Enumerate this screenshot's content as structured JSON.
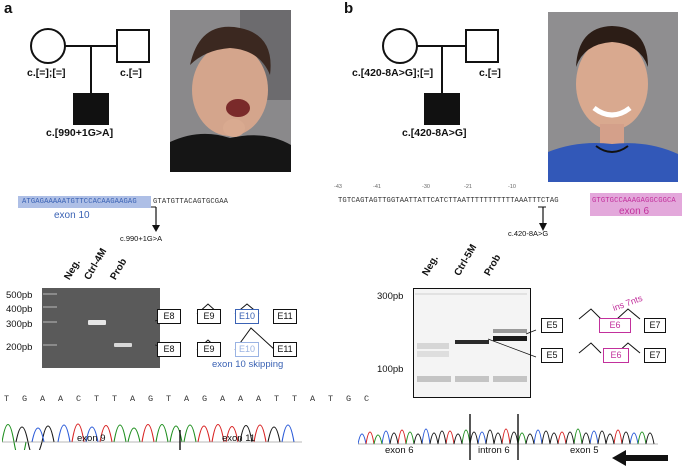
{
  "panel_a": {
    "letter": "a",
    "mother_genotype": "c.[=];[=]",
    "father_genotype": "c.[=]",
    "proband_genotype": "c.[990+1G>A]",
    "seq_exon": "ATGAGAAAAATGTTCCACAAGAAGAG",
    "seq_intron": "GTATGTTACAGTGCGAA",
    "exon_label": "exon 10",
    "mutation_label": "c.990+1G>A",
    "gel_lanes": [
      "Neg.",
      "Ctrl-4M",
      "Prob"
    ],
    "ladder": [
      "500pb",
      "400pb",
      "300pb",
      "200pb"
    ],
    "iso_top": [
      "E8",
      "E9",
      "E10",
      "E11"
    ],
    "iso_bottom": [
      "E8",
      "E9",
      "E10",
      "E11"
    ],
    "skip_label": "exon 10 skipping",
    "chrom_bases": "T G A A C T T A G T A G A A A T T A T G C",
    "chrom_left": "exon 9",
    "chrom_right": "exon 11",
    "colors": {
      "exon_highlight": "#aebfe6",
      "exon_text": "#3a62b4"
    }
  },
  "panel_b": {
    "letter": "b",
    "mother_genotype": "c.[420-8A>G];[=]",
    "father_genotype": "c.[=]",
    "proband_genotype": "c.[420-8A>G]",
    "positions": [
      "-43",
      "-41",
      "-30",
      "-21",
      "-10"
    ],
    "seq_intron": "TGTCAGTAGTTGGTAATTATTCATCTTAATTTTTTTTTTTAAATTTCTAG",
    "seq_exon": "GTGTGCCAAAGAGGCGGCA",
    "exon_label": "exon 6",
    "mutation_label": "c.420-8A>G",
    "gel_lanes": [
      "Neg.",
      "Ctrl-5M",
      "Prob"
    ],
    "ladder": [
      "300pb",
      "100pb"
    ],
    "iso_top": [
      "E5",
      "E6",
      "E7"
    ],
    "iso_bottom": [
      "E5",
      "E6",
      "E7"
    ],
    "ins_label": "ins 7nts",
    "chrom_labels": [
      "exon 6",
      "intron 6",
      "exon 5"
    ],
    "colors": {
      "exon_highlight": "#e3a8db",
      "exon_text": "#c2309c"
    }
  }
}
